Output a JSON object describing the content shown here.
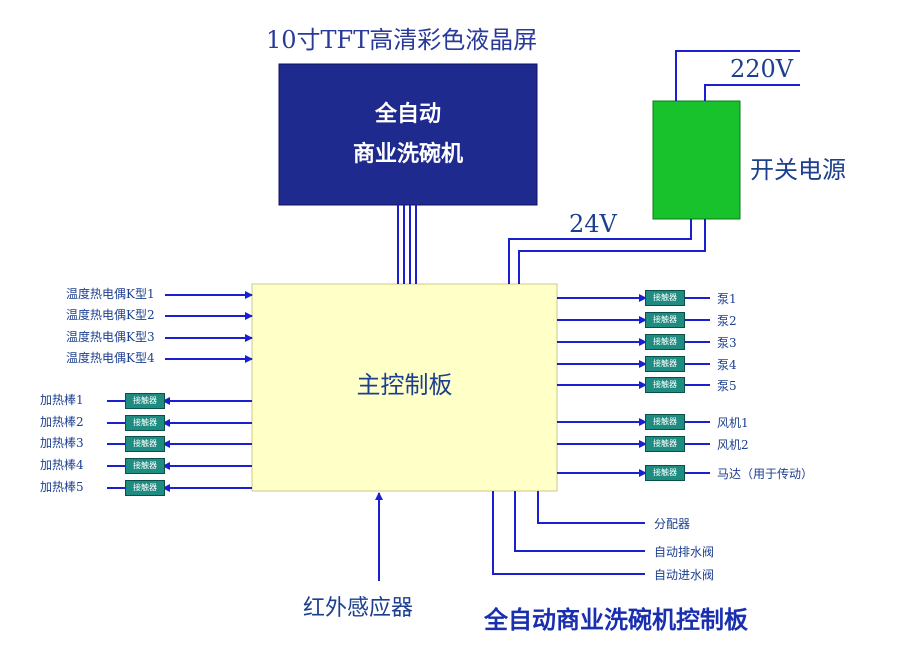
{
  "screen": {
    "top_label": "10寸TFT高清彩色液晶屏",
    "line1": "全自动",
    "line2": "商业洗碗机",
    "color": "#1f2a8e"
  },
  "power": {
    "input": "220V",
    "label": "开关电源",
    "output": "24V",
    "color": "#18c22d"
  },
  "board": {
    "label": "主控制板",
    "color": "#ffffc8"
  },
  "sensors": [
    "温度热电偶K型1",
    "温度热电偶K型2",
    "温度热电偶K型3",
    "温度热电偶K型4"
  ],
  "heaters": [
    "加热棒1",
    "加热棒2",
    "加热棒3",
    "加热棒4",
    "加热棒5"
  ],
  "relay_label": "接触器",
  "pumps": [
    "泵1",
    "泵2",
    "泵3",
    "泵4",
    "泵5"
  ],
  "fans": [
    "风机1",
    "风机2"
  ],
  "motor": "马达（用于传动）",
  "bottom_outputs": [
    "分配器",
    "自动排水阀",
    "自动进水阀"
  ],
  "infrared": "红外感应器",
  "footer_title": "全自动商业洗碗机控制板",
  "colors": {
    "wire": "#1a20d0",
    "relay": "#1f8c82",
    "text": "#1c3f8e"
  }
}
